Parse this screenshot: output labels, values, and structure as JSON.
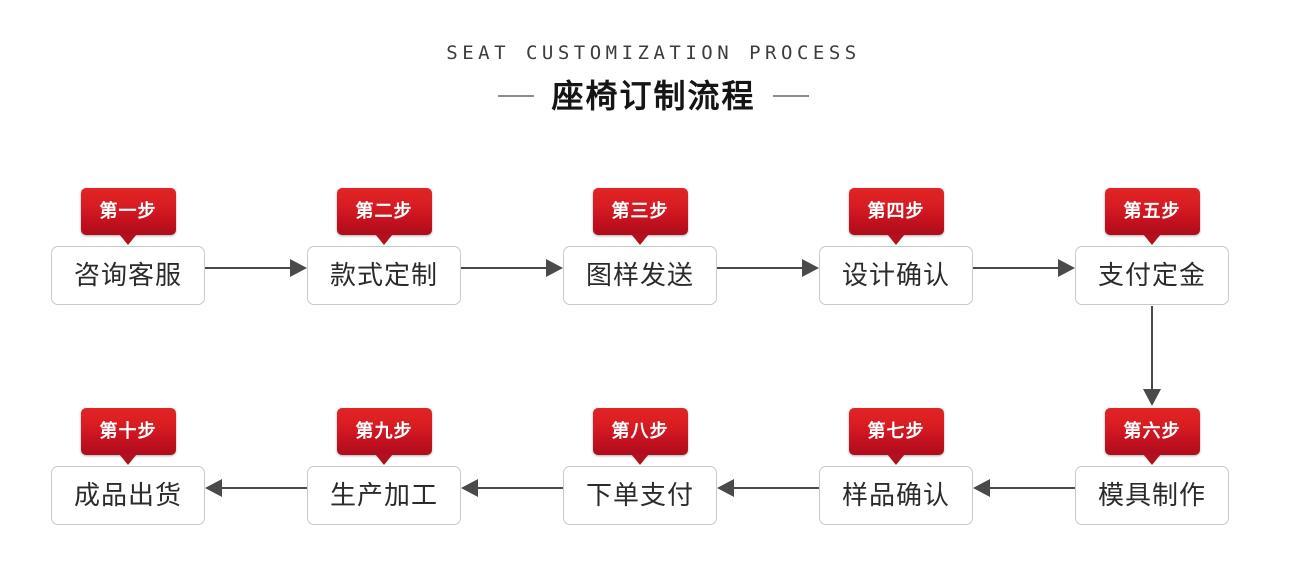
{
  "header": {
    "eyebrow": "SEAT CUSTOMIZATION PROCESS",
    "title_cn": "座椅订制流程",
    "dash_left": "",
    "dash_right": ""
  },
  "colors": {
    "badge_red_top": "#e12525",
    "badge_red_bottom": "#ac0d1c",
    "badge_text": "#ffffff",
    "box_border": "#c9c9c9",
    "box_text": "#2b2b2b",
    "connector": "#4a4a4a",
    "background": "#ffffff",
    "eyebrow_text": "#3c3c3c",
    "title_text": "#151515",
    "dash": "#8d8d8d"
  },
  "flow": {
    "top_row_direction": "left-to-right",
    "bottom_row_direction": "right-to-left",
    "vertical_link": "step5-to-step6",
    "steps": [
      {
        "badge": "第一步",
        "label": "咨询客服",
        "row": "top",
        "index": 1
      },
      {
        "badge": "第二步",
        "label": "款式定制",
        "row": "top",
        "index": 2
      },
      {
        "badge": "第三步",
        "label": "图样发送",
        "row": "top",
        "index": 3
      },
      {
        "badge": "第四步",
        "label": "设计确认",
        "row": "top",
        "index": 4
      },
      {
        "badge": "第五步",
        "label": "支付定金",
        "row": "top",
        "index": 5
      },
      {
        "badge": "第六步",
        "label": "模具制作",
        "row": "bottom",
        "index": 6
      },
      {
        "badge": "第七步",
        "label": "样品确认",
        "row": "bottom",
        "index": 7
      },
      {
        "badge": "第八步",
        "label": "下单支付",
        "row": "bottom",
        "index": 8
      },
      {
        "badge": "第九步",
        "label": "生产加工",
        "row": "bottom",
        "index": 9
      },
      {
        "badge": "第十步",
        "label": "成品出货",
        "row": "bottom",
        "index": 10
      }
    ]
  }
}
